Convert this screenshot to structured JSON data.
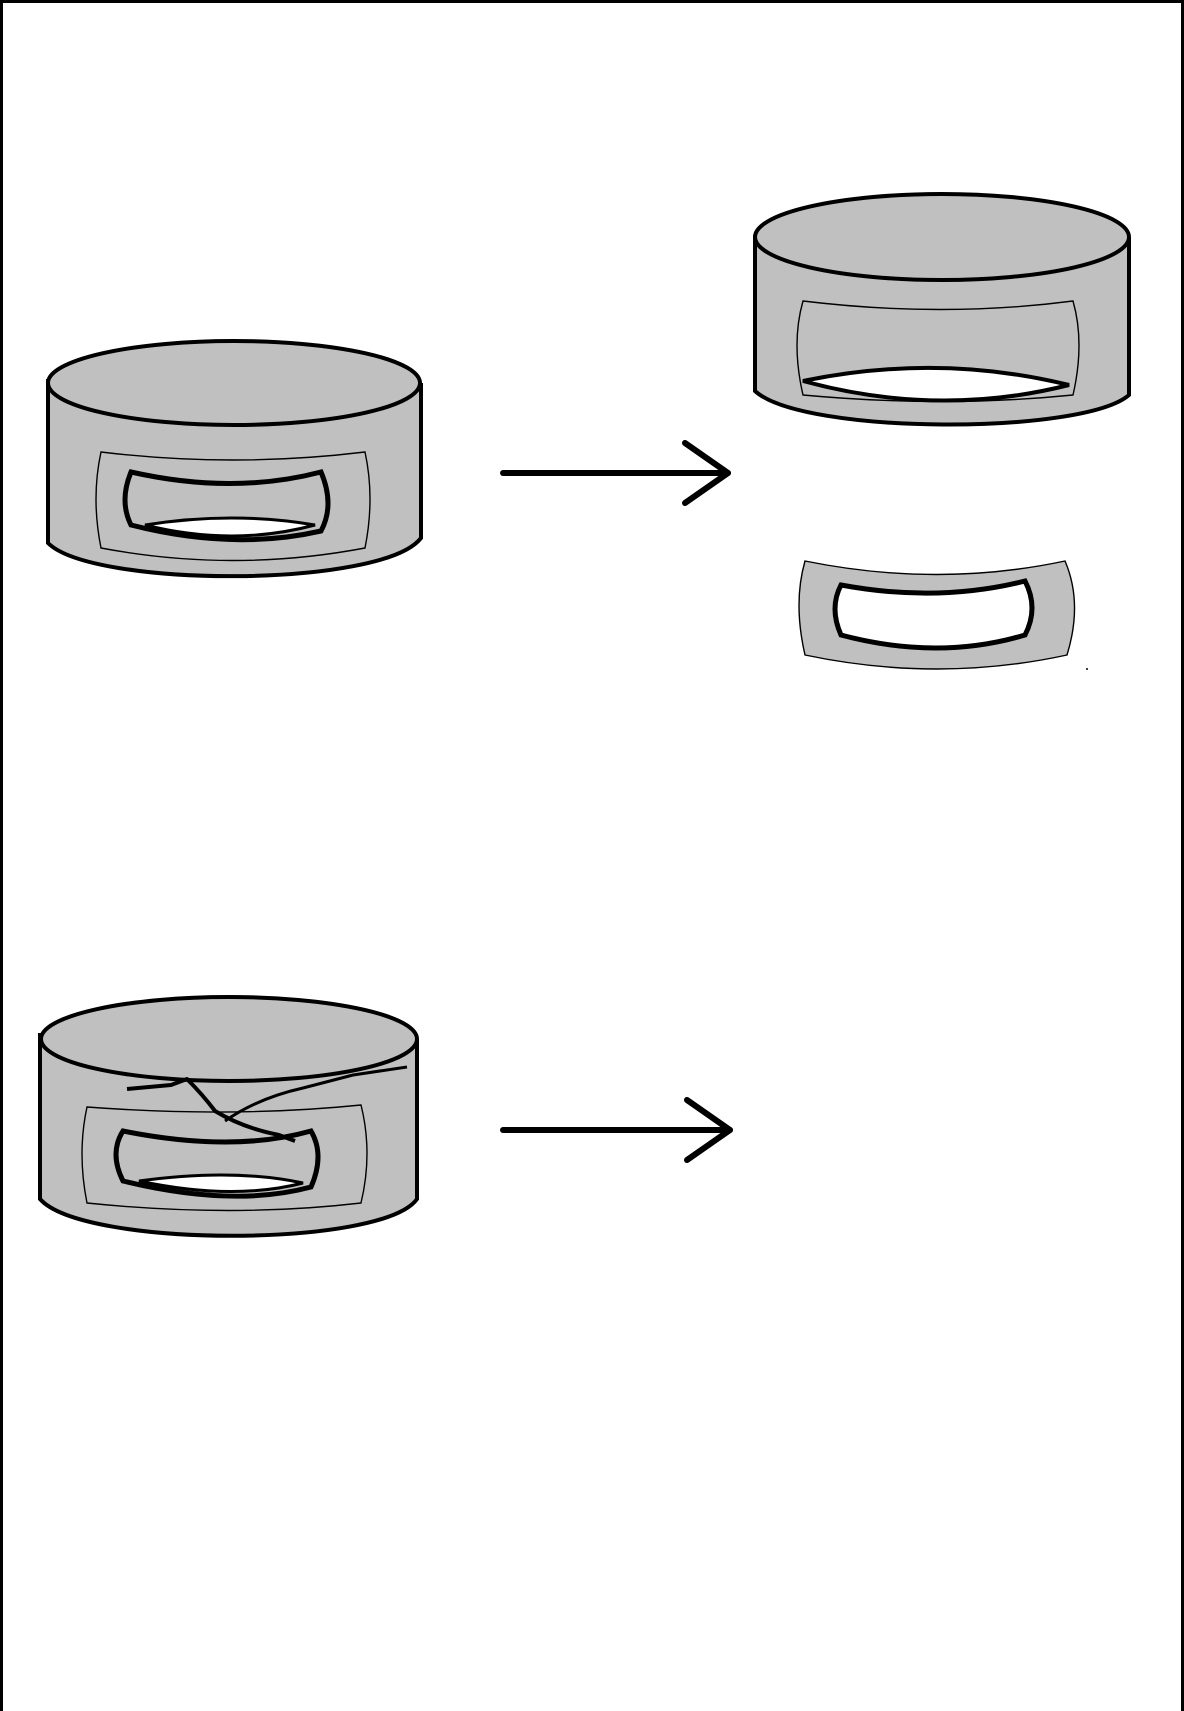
{
  "colors": {
    "body_fill": "#c0c0c0",
    "outline": "#000000",
    "background": "#ffffff"
  },
  "figures": [
    {
      "name": "intact-cylinder-with-tab"
    },
    {
      "name": "cylinder-after-removal"
    },
    {
      "name": "removed-tab-piece"
    },
    {
      "name": "torn-cylinder-with-tab"
    }
  ],
  "arrows": [
    {
      "name": "arrow-top"
    },
    {
      "name": "arrow-bottom"
    }
  ]
}
